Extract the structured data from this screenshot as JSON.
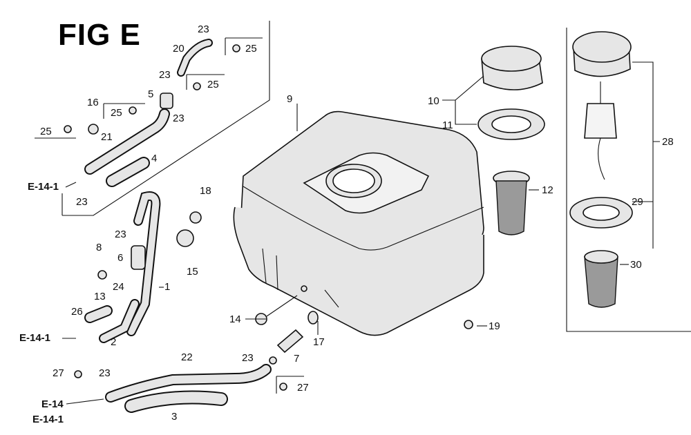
{
  "figure_title": "FIG E",
  "callouts": {
    "c1": "1",
    "c2": "2",
    "c3": "3",
    "c4": "4",
    "c5": "5",
    "c6": "6",
    "c7": "7",
    "c8": "8",
    "c9": "9",
    "c10": "10",
    "c11": "11",
    "c12": "12",
    "c13": "13",
    "c14": "14",
    "c15": "15",
    "c16": "16",
    "c17": "17",
    "c18": "18",
    "c19": "19",
    "c20": "20",
    "c21": "21",
    "c22": "22",
    "c23a": "23",
    "c23b": "23",
    "c23c": "23",
    "c23d": "23",
    "c23e": "23",
    "c23f": "23",
    "c23g": "23",
    "c24": "24",
    "c25a": "25",
    "c25b": "25",
    "c25c": "25",
    "c25d": "25",
    "c26": "26",
    "c27a": "27",
    "c27b": "27",
    "c28": "28",
    "c29": "29",
    "c30": "30"
  },
  "references": {
    "e14_1_top": "E-14-1",
    "e14_1_mid": "E-14-1",
    "e14": "E-14",
    "e14_1_bottom": "E-14-1"
  },
  "colors": {
    "ink": "#111111",
    "part_fill": "#e6e6e6",
    "paper": "#ffffff"
  },
  "icons": [
    "fuel-tank-icon",
    "fuel-cap-icon",
    "strainer-icon",
    "fuel-hose-icon",
    "fuel-filter-icon",
    "hose-clip-icon",
    "fuel-valve-icon",
    "bolt-icon"
  ]
}
